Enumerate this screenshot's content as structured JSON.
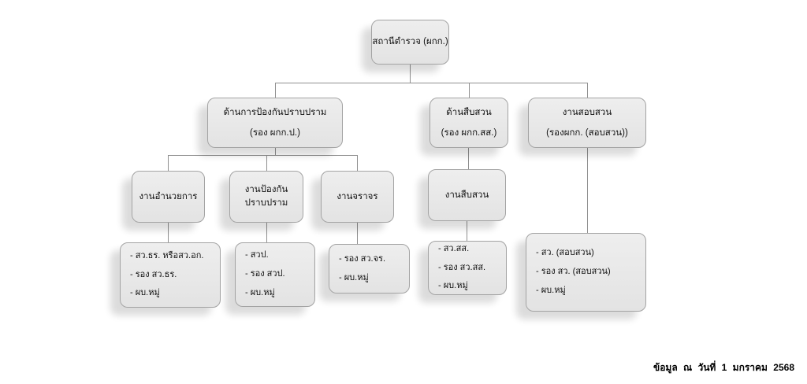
{
  "style": {
    "background": "#ffffff",
    "box_fill": "#e9e9e9",
    "box_border": "#a3a3a3",
    "connector_color": "#8f8f8f",
    "text_color": "#111111"
  },
  "nodes": {
    "station": {
      "title": "สถานีตำรวจ (ผกก.)"
    },
    "prevention_division": {
      "title": "ด้านการป้องกันปราบปราม",
      "subtitle": "(รอง ผกก.ป.)"
    },
    "investigation_division": {
      "title": "ด้านสืบสวน",
      "subtitle": "(รอง ผกก.สส.)"
    },
    "inquiry_division": {
      "title": "งานสอบสวน",
      "subtitle": "(รองผกก. (สอบสวน))"
    },
    "administration_unit": {
      "title": "งานอำนวยการ"
    },
    "prevention_suppression_unit": {
      "title_line1": "งานป้องกัน",
      "title_line2": "ปราบปราม"
    },
    "traffic_unit": {
      "title": "งานจราจร"
    },
    "investigation_unit": {
      "title": "งานสืบสวน"
    },
    "administration_staff": {
      "items": [
        "- สว.ธร. หรือสว.อก.",
        "- รอง สว.ธร.",
        "- ผบ.หมู่"
      ]
    },
    "prevention_staff": {
      "items": [
        "- สวป.",
        "- รอง สวป.",
        "- ผบ.หมู่"
      ]
    },
    "traffic_staff": {
      "items": [
        "- รอง สว.จร.",
        "- ผบ.หมู่"
      ]
    },
    "investigation_staff": {
      "items": [
        "- สว.สส.",
        "- รอง สว.สส.",
        "- ผบ.หมู่"
      ]
    },
    "inquiry_staff": {
      "items": [
        "- สว. (สอบสวน)",
        "- รอง สว. (สอบสวน)",
        "- ผบ.หมู่"
      ]
    }
  },
  "footer": {
    "text": "ข้อมูล ณ วันที่ 1 มกราคม 2568"
  }
}
